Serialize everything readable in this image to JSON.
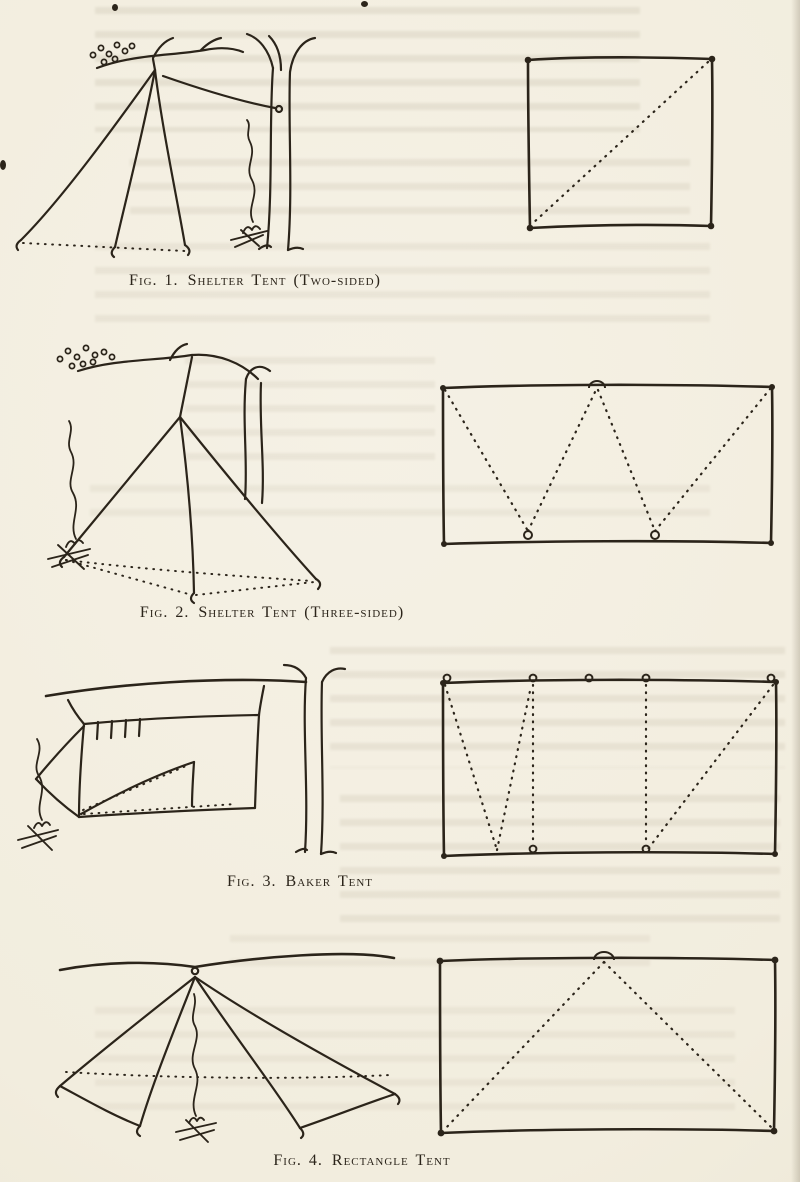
{
  "colors": {
    "paper": "#f3efe3",
    "ink": "#2b241a"
  },
  "figures": [
    {
      "label": "Fig. 1.",
      "title": "Shelter Tent (Two-sided)"
    },
    {
      "label": "Fig. 2.",
      "title": "Shelter Tent (Three-sided)"
    },
    {
      "label": "Fig. 3.",
      "title": "Baker Tent"
    },
    {
      "label": "Fig. 4.",
      "title": "Rectangle Tent"
    }
  ]
}
